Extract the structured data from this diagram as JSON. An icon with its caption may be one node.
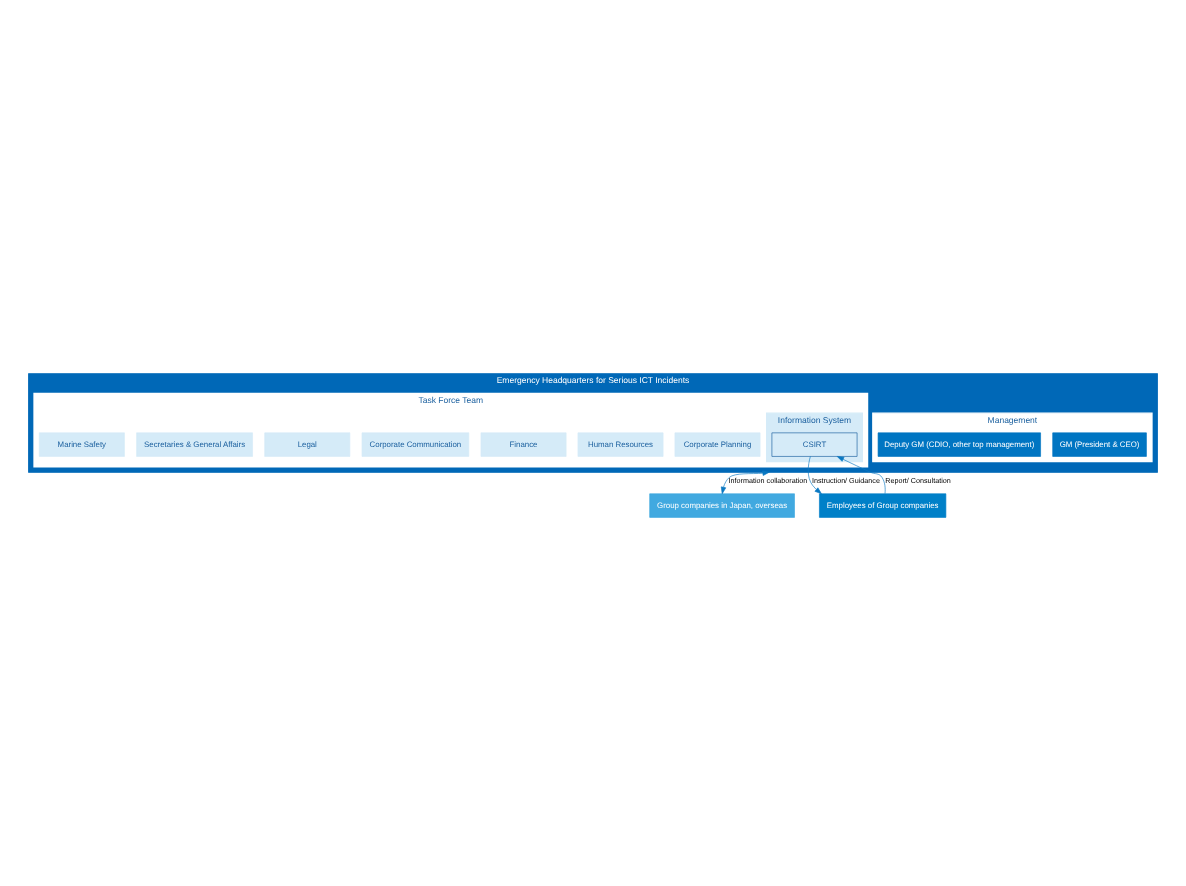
{
  "diagram": {
    "nodes": [
      {
        "text": [
          "Emergency Headquarters for Serious ICT Incidents"
        ]
      },
      {
        "text": [
          "Management"
        ],
        "in": 0
      },
      {
        "text": [
          "GM (President & CEO)"
        ],
        "in": 1
      },
      {
        "text": [
          "Deputy GM (CDIO, other top management)"
        ],
        "in": 1
      },
      {
        "text": [
          "Task Force Team"
        ],
        "in": 0
      },
      {
        "text": [
          "Corporate Planning"
        ],
        "in": 4
      },
      {
        "text": [
          "Human Resources"
        ],
        "in": 4
      },
      {
        "text": [
          "Finance"
        ],
        "in": 4
      },
      {
        "text": [
          "Corporate Communication"
        ],
        "in": 4
      },
      {
        "text": [
          "Legal"
        ],
        "in": 4
      },
      {
        "text": [
          "Secretaries & General Affairs"
        ],
        "in": 4
      },
      {
        "text": [
          "Marine Safety"
        ],
        "in": 4
      },
      {
        "text": [
          "Information System"
        ],
        "in": 4
      },
      {
        "text": [
          "CSIRT"
        ],
        "in": 12
      },
      {
        "text": [
          "Group companies in Japan, overseas"
        ]
      },
      {
        "text": [
          "Employees of Group companies"
        ]
      }
    ],
    "edges": [
      {
        "from": 0,
        "to": 14,
        "arrow": "both",
        "label": "Information collaboration"
      },
      {
        "from": 15,
        "to": 13,
        "arrow": "to",
        "label": "Report/ Consultation"
      },
      {
        "from": 13,
        "to": 15,
        "arrow": "to",
        "label": "Instruction/ Guidance"
      }
    ]
  }
}
